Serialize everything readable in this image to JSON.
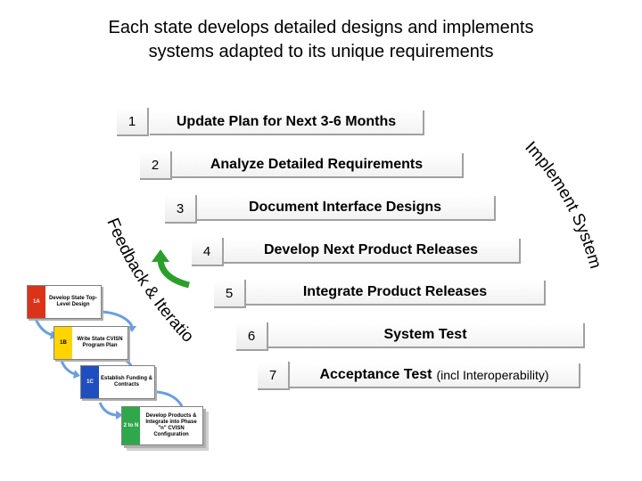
{
  "title": {
    "line1": "Each state develops detailed designs and implements",
    "line2": "systems adapted to its unique requirements"
  },
  "steps": [
    {
      "number": "1",
      "label": "Update Plan for Next 3-6 Months",
      "note": ""
    },
    {
      "number": "2",
      "label": "Analyze Detailed Requirements",
      "note": ""
    },
    {
      "number": "3",
      "label": "Document Interface Designs",
      "note": ""
    },
    {
      "number": "4",
      "label": "Develop Next Product Releases",
      "note": ""
    },
    {
      "number": "5",
      "label": "Integrate Product Releases",
      "note": ""
    },
    {
      "number": "6",
      "label": "System Test",
      "note": ""
    },
    {
      "number": "7",
      "label": "Acceptance Test",
      "note": "(incl Interoperability)"
    }
  ],
  "arc_labels": {
    "implement": "Implement Systems",
    "feedback": "Feedback & Iteration"
  },
  "mini_flow": [
    {
      "tab": "1A",
      "text": "Develop State Top-Level Design",
      "color": "#d9341a"
    },
    {
      "tab": "1B",
      "text": "Write State CVISN Program Plan",
      "color": "#ffd400"
    },
    {
      "tab": "1C",
      "text": "Establish Funding & Contracts",
      "color": "#1f4fbf"
    },
    {
      "tab": "2 to N",
      "text": "Develop Products & Integrate into Phase \"n\" CVISN Configuration",
      "color": "#2ea84a"
    }
  ],
  "colors": {
    "arrow_green": "#2aa02a",
    "arrow_blue": "#4a7fd0"
  }
}
